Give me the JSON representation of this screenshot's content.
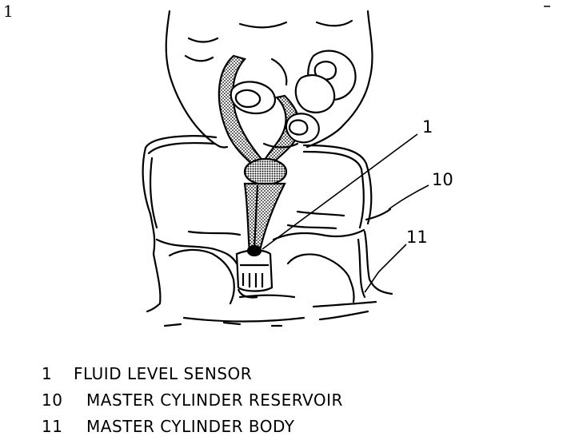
{
  "page_number": "1",
  "callouts": {
    "c1": "1",
    "c10": "10",
    "c11": "11"
  },
  "legend": [
    {
      "num": "1",
      "text": "FLUID LEVEL SENSOR"
    },
    {
      "num": "10",
      "text": "MASTER CYLINDER RESERVOIR"
    },
    {
      "num": "11",
      "text": "MASTER CYLINDER BODY"
    }
  ]
}
